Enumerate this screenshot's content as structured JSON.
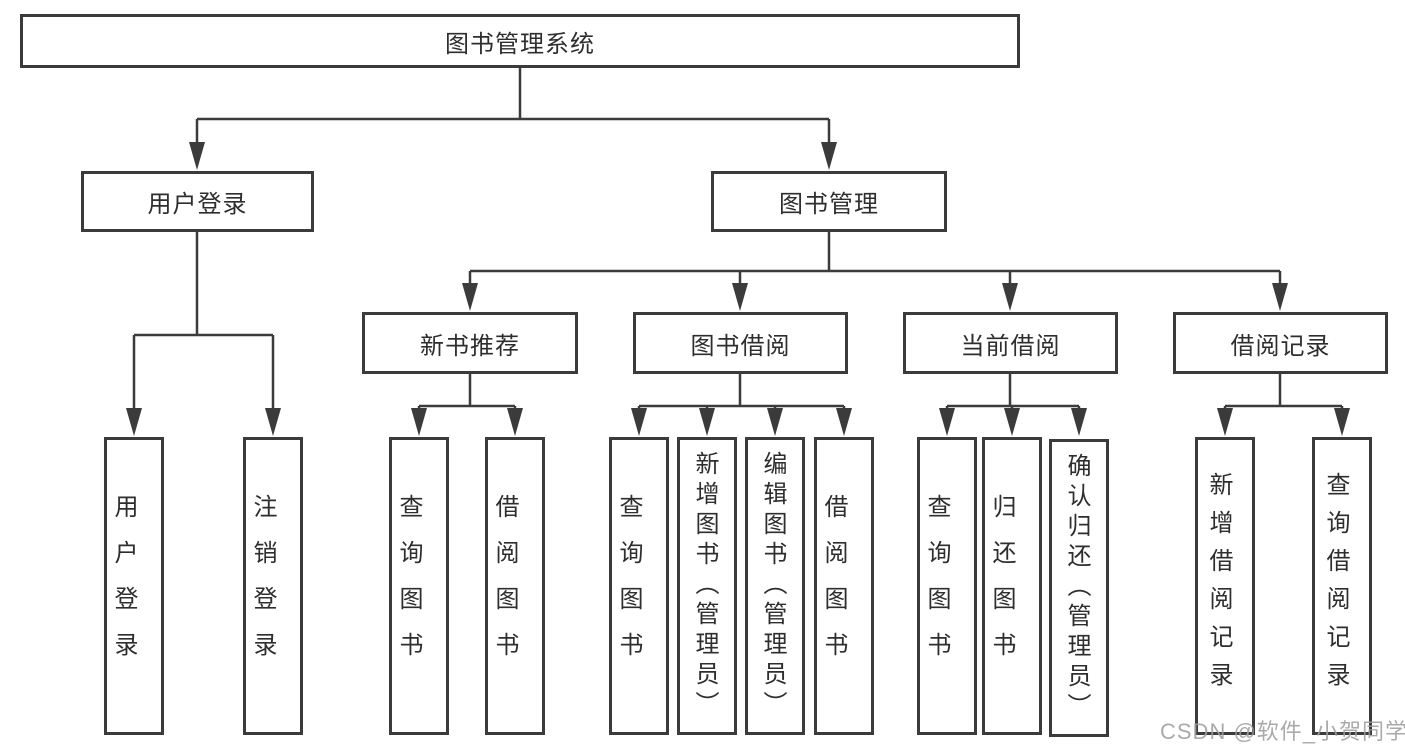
{
  "diagram": {
    "root": "图书管理系统",
    "login": {
      "label": "用户登录",
      "children": [
        "用户登录",
        "注销登录"
      ]
    },
    "management": {
      "label": "图书管理",
      "groups": [
        {
          "label": "新书推荐",
          "children": [
            "查询图书",
            "借阅图书"
          ]
        },
        {
          "label": "图书借阅",
          "children": [
            "查询图书",
            "新增图书（管理员）",
            "编辑图书（管理员）",
            "借阅图书"
          ]
        },
        {
          "label": "当前借阅",
          "children": [
            "查询图书",
            "归还图书",
            "确认归还（管理员）"
          ]
        },
        {
          "label": "借阅记录",
          "children": [
            "新增借阅记录",
            "查询借阅记录"
          ]
        }
      ]
    }
  },
  "watermark": "CSDN @软件_小贺同学",
  "colors": {
    "line": "#3b3b3b",
    "text": "#2e2e2e",
    "watermark": "#9e9e9e",
    "background": "#ffffff"
  }
}
